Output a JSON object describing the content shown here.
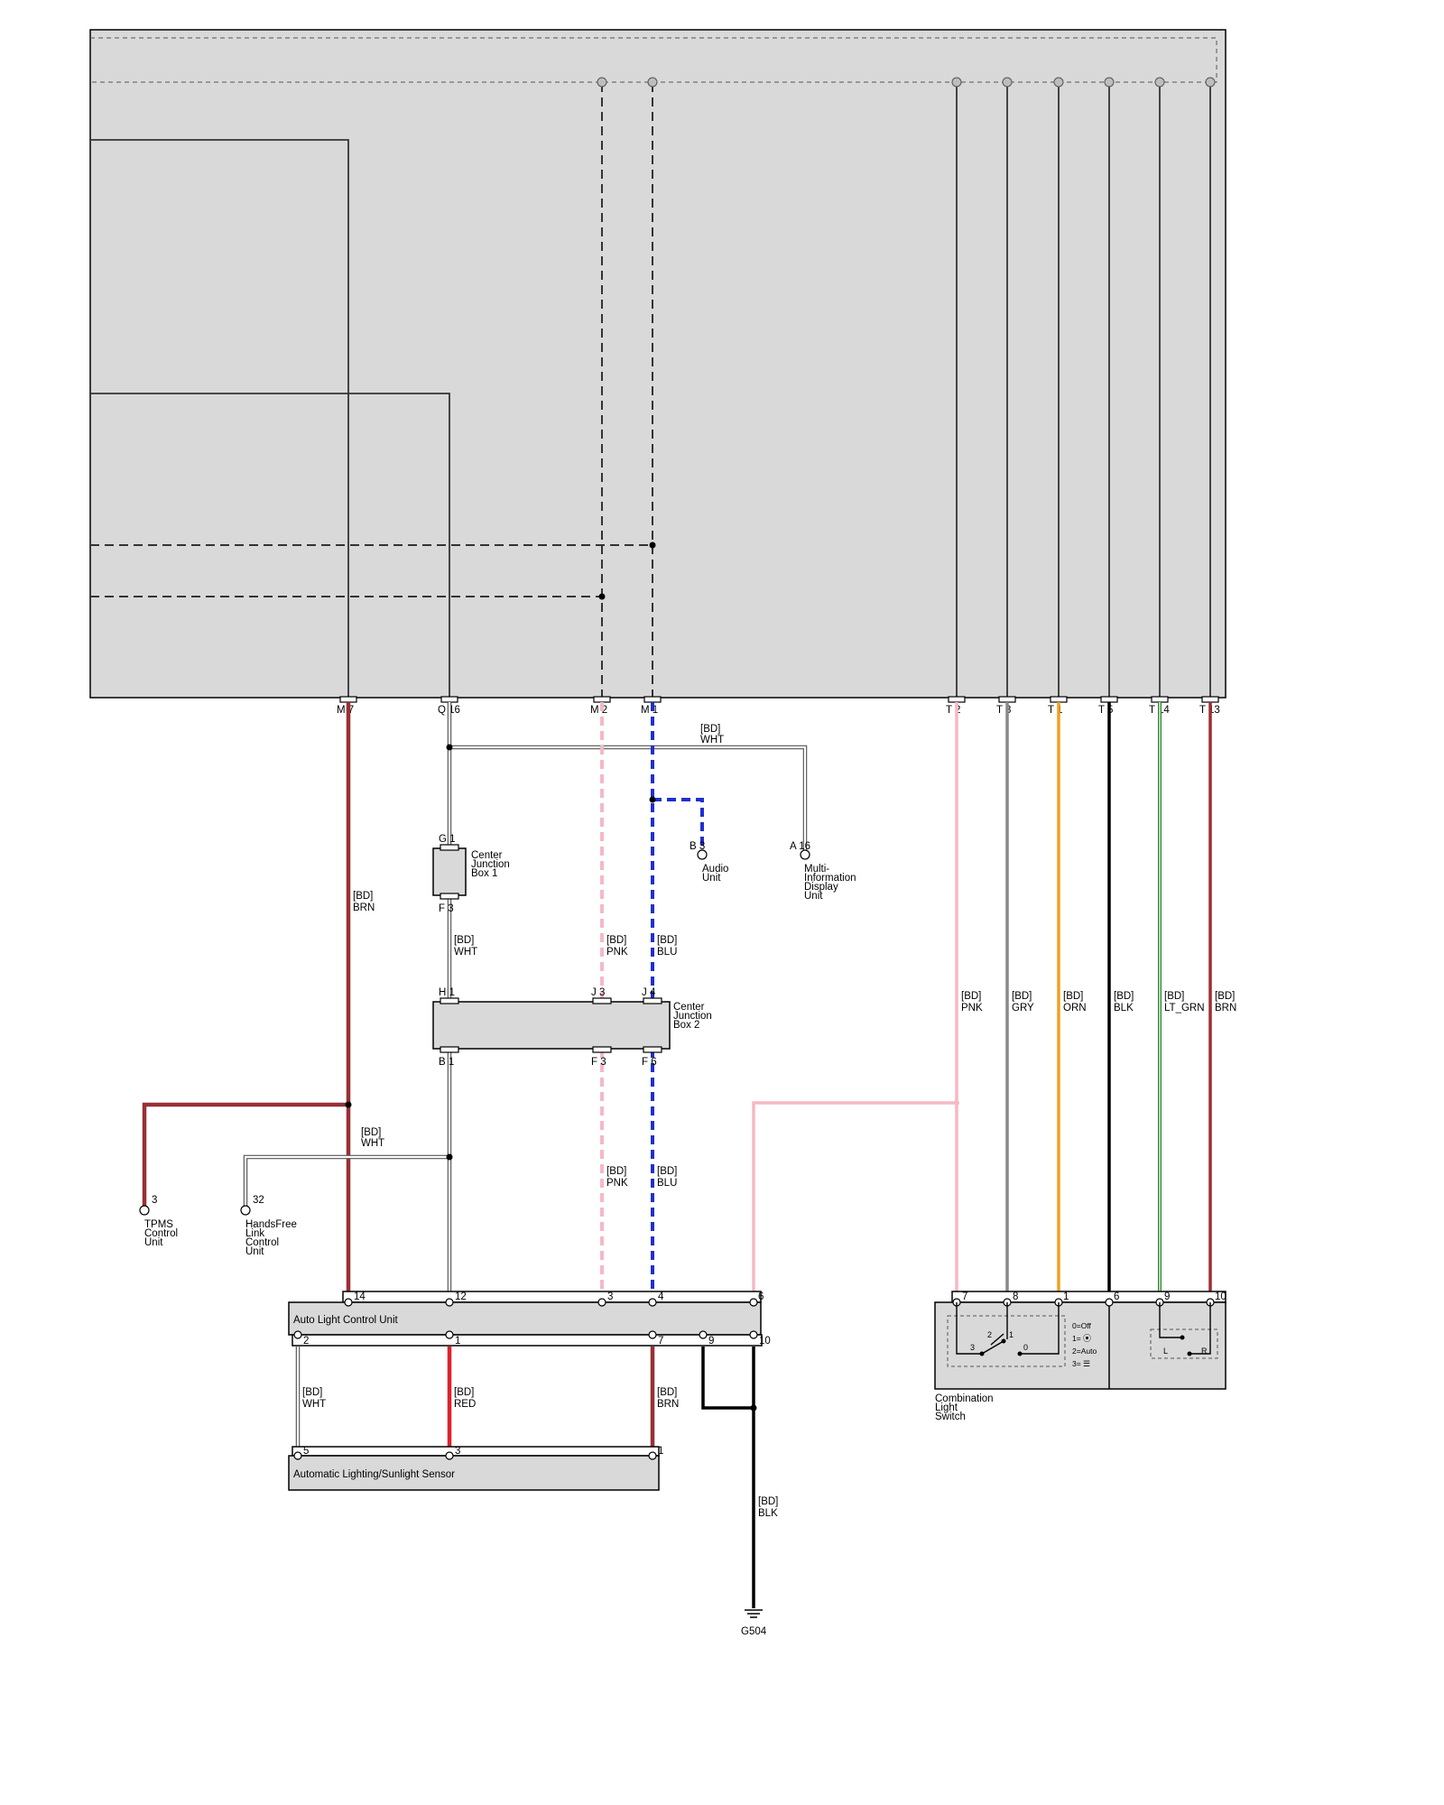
{
  "top_unit": {
    "pins": [
      "M 7",
      "Q 16",
      "M 2",
      "M 1",
      "T 2",
      "T 3",
      "T 1",
      "T 5",
      "T 14",
      "T 13"
    ]
  },
  "wires": {
    "brn_main": [
      "[BD]",
      "BRN"
    ],
    "wht_upper": [
      "[BD]",
      "WHT"
    ],
    "wht_jb": [
      "[BD]",
      "WHT"
    ],
    "pnk_jb": [
      "[BD]",
      "PNK"
    ],
    "blu_jb": [
      "[BD]",
      "BLU"
    ],
    "wht_lower": [
      "[BD]",
      "WHT"
    ],
    "pnk_lower": [
      "[BD]",
      "PNK"
    ],
    "blu_lower": [
      "[BD]",
      "BLU"
    ],
    "t2": [
      "[BD]",
      "PNK"
    ],
    "t3": [
      "[BD]",
      "GRY"
    ],
    "t1": [
      "[BD]",
      "ORN"
    ],
    "t5": [
      "[BD]",
      "BLK"
    ],
    "t14": [
      "[BD]",
      "LT_GRN"
    ],
    "t13": [
      "[BD]",
      "BRN"
    ],
    "s_wht": [
      "[BD]",
      "WHT"
    ],
    "s_red": [
      "[BD]",
      "RED"
    ],
    "s_brn": [
      "[BD]",
      "BRN"
    ],
    "gnd": [
      "[BD]",
      "BLK"
    ]
  },
  "jb1": {
    "name": [
      "Center",
      "Junction",
      "Box 1"
    ],
    "pin_top": "G 1",
    "pin_bottom": "F 3"
  },
  "jb2": {
    "name": [
      "Center",
      "Junction",
      "Box 2"
    ],
    "pins_top": [
      "H 1",
      "J 3",
      "J 4"
    ],
    "pins_bottom": [
      "B 1",
      "F 3",
      "F 6"
    ]
  },
  "audio": {
    "pin": "B 3",
    "name": [
      "Audio",
      "Unit"
    ]
  },
  "mid": {
    "pin": "A 16",
    "name": [
      "Multi-",
      "Information",
      "Display",
      "Unit"
    ]
  },
  "tpms": {
    "pin": "3",
    "name": [
      "TPMS",
      "Control",
      "Unit"
    ]
  },
  "hfl": {
    "pin": "32",
    "name": [
      "HandsFree",
      "Link",
      "Control",
      "Unit"
    ]
  },
  "alcu": {
    "name": "Auto Light Control Unit",
    "pins_top": [
      "14",
      "12",
      "3",
      "4",
      "6"
    ],
    "pins_bottom": [
      "2",
      "1",
      "7",
      "9",
      "10"
    ]
  },
  "sensor": {
    "name": "Automatic Lighting/Sunlight Sensor",
    "pins": [
      "5",
      "3",
      "1"
    ]
  },
  "switch": {
    "name": [
      "Combination",
      "Light",
      "Switch"
    ],
    "pins": [
      "7",
      "8",
      "1",
      "6",
      "9",
      "10"
    ],
    "positions": [
      "0=Off",
      "1=",
      "2=Auto",
      "3="
    ],
    "internal": [
      "2",
      "1",
      "3",
      "0"
    ],
    "turn": [
      "L",
      "R"
    ]
  },
  "ground": {
    "name": "G504"
  },
  "colors": {
    "brn": "#9b2f35",
    "wht": "#ffffff",
    "pnk": "#f6b8c4",
    "blu": "#1f2fd0",
    "gry": "#8a8a8a",
    "orn": "#f0a020",
    "blk": "#000000",
    "lt_grn": "#7ec47e",
    "red": "#e0202a"
  }
}
